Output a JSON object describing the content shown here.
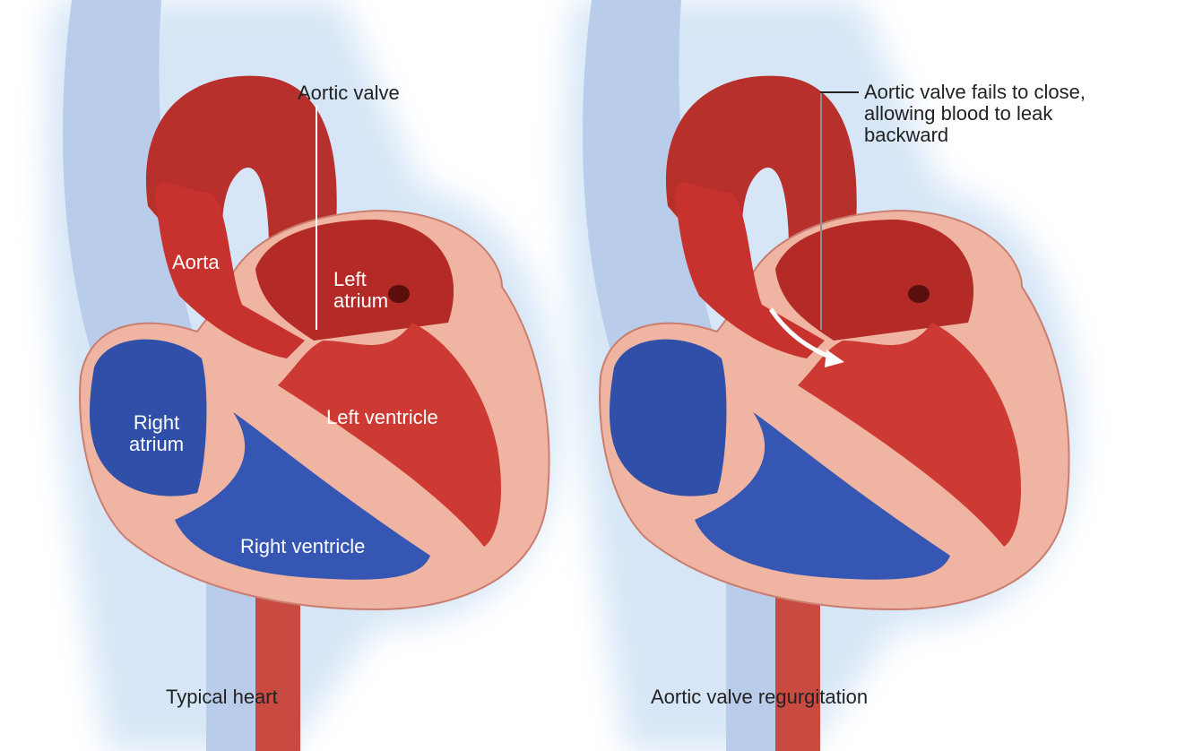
{
  "panels": [
    {
      "caption": "Typical heart",
      "labels": {
        "aortic_valve": "Aortic valve",
        "aorta": "Aorta",
        "left_atrium": "Left\natrium",
        "left_ventricle": "Left ventricle",
        "right_atrium": "Right\natrium",
        "right_ventricle": "Right ventricle"
      }
    },
    {
      "caption": "Aortic valve regurgitation",
      "callout": "Aortic valve fails to close,\nallowing blood to leak\nbackward"
    }
  ],
  "colors": {
    "oxygenated": "#c8322e",
    "deoxygenated": "#2f4fa8",
    "tissue": "#f0b4a2",
    "glow": "#d6e6f6"
  }
}
